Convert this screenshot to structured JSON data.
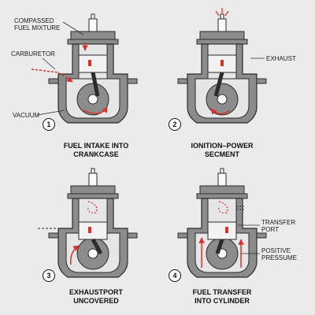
{
  "colors": {
    "background": "#ebebeb",
    "engine_gray": "#8c8c8c",
    "outline": "#2b2b2b",
    "interior_light": "#e6e6e6",
    "accent_red": "#d9322a",
    "spark_plug_white": "#fafafa"
  },
  "panels": [
    {
      "number": "1",
      "caption": "FUEL INTAKE INTO\nCRANKCASE",
      "labels": [
        "COMPASSED\nFUEL MIXTURE",
        "CARBURETOR",
        "VACUUM"
      ]
    },
    {
      "number": "2",
      "caption": "IONITION–POWER\nSECMENT",
      "labels": [
        "EXHAUST"
      ]
    },
    {
      "number": "3",
      "caption": "EXHAUSTPORT\nUNCOVERED",
      "labels": []
    },
    {
      "number": "4",
      "caption": "FUEL TRANSFER\nINTO CYLINDER",
      "labels": [
        "TRANSFER\nPORT",
        "POSITIVE\nPRESSUME"
      ]
    }
  ]
}
